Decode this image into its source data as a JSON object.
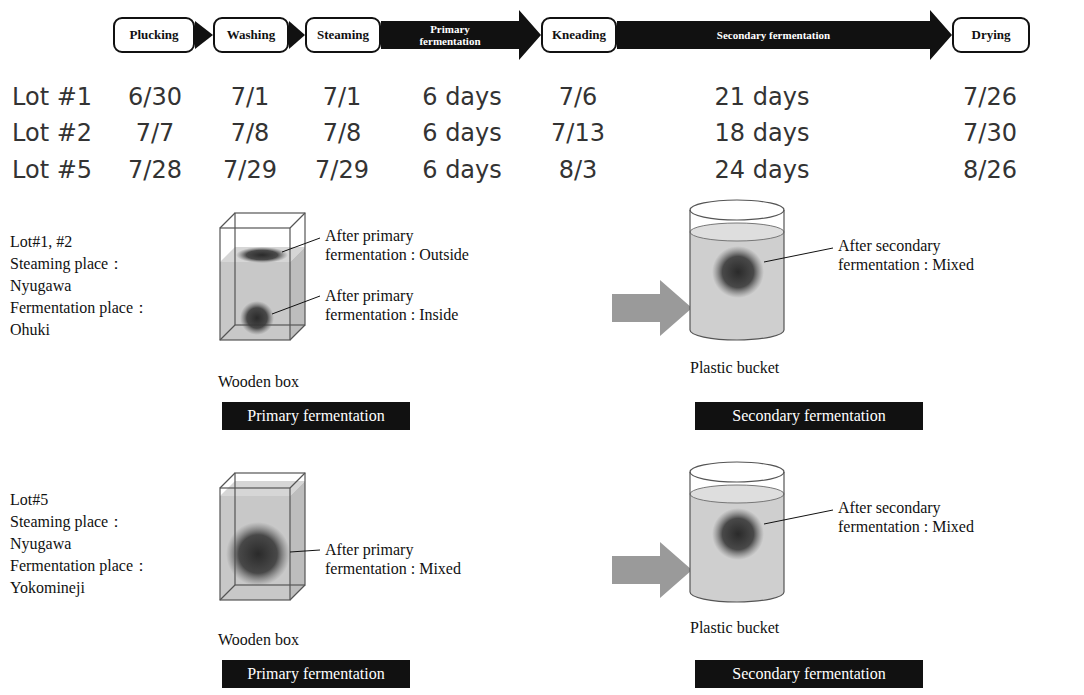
{
  "diagram": {
    "nodes": [
      {
        "text": [
          "Plucking"
        ]
      },
      {
        "text": [
          "Washing"
        ]
      },
      {
        "text": [
          "Steaming"
        ]
      },
      {
        "text": [
          "Primary fermentation"
        ]
      },
      {
        "text": [
          "Kneading"
        ]
      },
      {
        "text": [
          "Secondary fermentation"
        ]
      },
      {
        "text": [
          "Drying"
        ]
      },
      {
        "text": [
          "Primary fermentation"
        ]
      },
      {
        "text": [
          "Secondary fermentation"
        ]
      },
      {
        "text": [
          "Primary fermentation"
        ]
      },
      {
        "text": [
          "Secondary fermentation"
        ]
      }
    ],
    "edges": [
      {
        "from": 0,
        "to": 1,
        "arrow": "to"
      },
      {
        "from": 1,
        "to": 2,
        "arrow": "to"
      }
    ],
    "labels": [
      "Lot #1",
      "6/30",
      "7/1",
      "7/1",
      "6 days",
      "7/6",
      "21 days",
      "7/26",
      "Lot #2",
      "7/7",
      "7/8",
      "7/8",
      "6 days",
      "7/13",
      "18 days",
      "7/30",
      "Lot #5",
      "7/28",
      "7/29",
      "7/29",
      "6 days",
      "8/3",
      "24 days",
      "8/26",
      "Lot#1, #2",
      "Steaming place：",
      "Nyugawa",
      "Fermentation place：",
      "Ohuki",
      "After primary fermentation : Outside",
      "After primary fermentation : Inside",
      "Wooden box",
      "After secondary fermentation : Mixed",
      "Plastic bucket",
      "Lot#5",
      "Steaming place：",
      "Nyugawa",
      "Fermentation place：",
      "Yokomineji",
      "After primary fermentation : Mixed",
      "Wooden box",
      "After secondary fermentation : Mixed",
      "Plastic bucket"
    ]
  }
}
